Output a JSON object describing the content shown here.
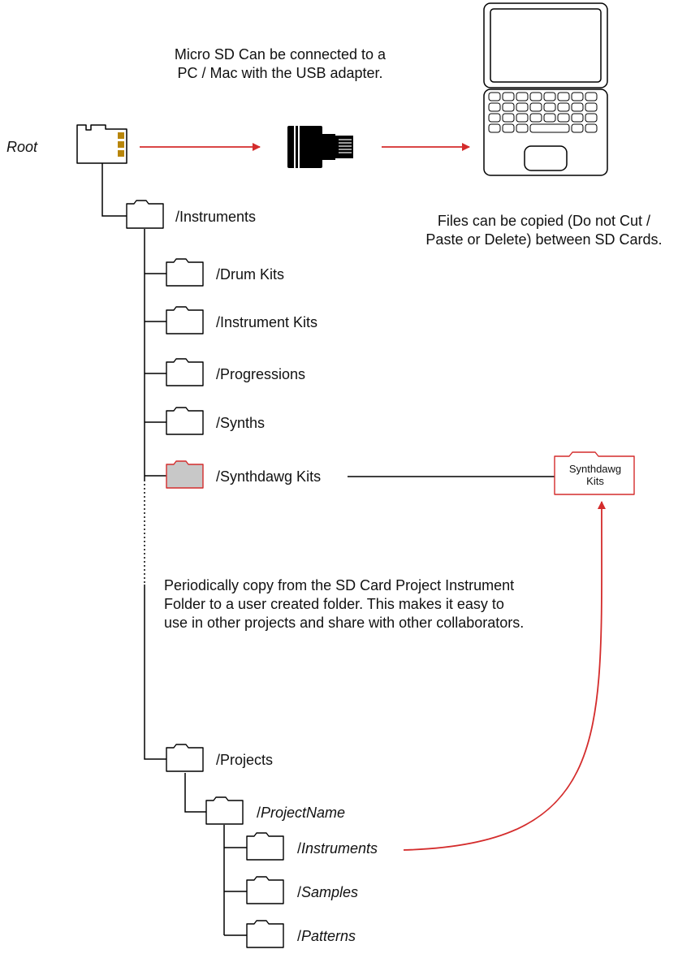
{
  "root_label": "Root",
  "note_connect": [
    "Micro SD Can be connected to a",
    "PC / Mac with the USB adapter."
  ],
  "note_copy_files": [
    "Files can be copied (Do not Cut /",
    "Paste or Delete) between SD Cards."
  ],
  "note_periodic": [
    "Periodically copy from the SD Card Project Instrument",
    "Folder to a user created folder. This makes it easy to",
    "use in other projects and share with other collaborators."
  ],
  "folders": {
    "instruments": "/Instruments",
    "drum_kits": "/Drum Kits",
    "instrument_kits": "/Instrument Kits",
    "progressions": "/Progressions",
    "synths": "/Synths",
    "synthdawg_kits": "/Synthdawg Kits",
    "projects": "/Projects",
    "project_name": {
      "slash": "/",
      "name": "ProjectName"
    },
    "project_instruments": {
      "slash": "/",
      "name": "Instruments"
    },
    "samples": {
      "slash": "/",
      "name": "Samples"
    },
    "patterns": {
      "slash": "/",
      "name": "Patterns"
    }
  },
  "user_folder": {
    "line1": "Synthdawg",
    "line2": "Kits"
  },
  "colors": {
    "accent_red": "#d42c2c",
    "line": "#000000",
    "highlight_fill": "#c8c8c8",
    "chip_gold": "#b8860b"
  }
}
